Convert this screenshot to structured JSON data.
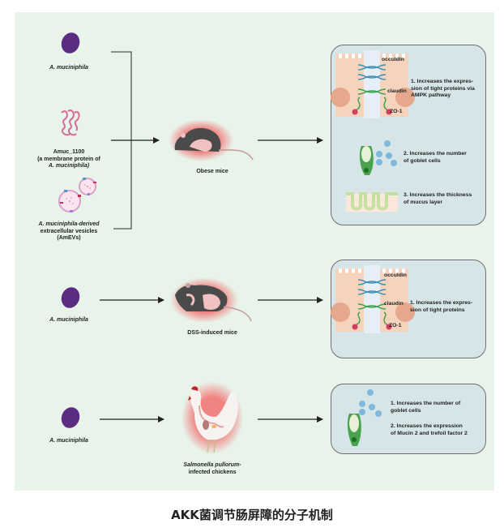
{
  "title": "AKK菌调节肠屏障的分子机制",
  "rows": [
    {
      "sources": [
        {
          "icon": "bacterium-icon",
          "label": "A. muciniphila"
        },
        {
          "icon": "protein-icon",
          "label_line1": "Amuc_1100",
          "label_line2": "(a membrane protein of",
          "label_line3": "A. muciniphila)"
        },
        {
          "icon": "vesicle-icon",
          "label_line1": "A. muciniphila-derived",
          "label_line2": "extracellular vesicles",
          "label_line3": "(AmEVs)"
        }
      ],
      "host": {
        "icon": "obese-mouse-icon",
        "label": "Obese mice"
      },
      "effects": {
        "tight_junction_labels": {
          "occludin": "occuldin",
          "claudin": "claudin",
          "zo1": "ZO-1"
        },
        "items": [
          {
            "line1": "1. Increases the expres-",
            "line2": "sion of tight proteins via",
            "line3": "AMPK pathway"
          },
          {
            "line1": "2. Increases the number",
            "line2": "of goblet cells"
          },
          {
            "line1": "3. Increases the thickness",
            "line2": "of mucus layer"
          }
        ]
      }
    },
    {
      "sources": [
        {
          "icon": "bacterium-icon",
          "label": "A. muciniphila"
        }
      ],
      "host": {
        "icon": "dss-mouse-icon",
        "label": "DSS-induced mice"
      },
      "effects": {
        "tight_junction_labels": {
          "occludin": "occuldin",
          "claudin": "claudin",
          "zo1": "ZO-1"
        },
        "items": [
          {
            "line1": "1. Increases the expres-",
            "line2": "sion of tight proteins"
          }
        ]
      }
    },
    {
      "sources": [
        {
          "icon": "bacterium-icon",
          "label": "A. muciniphila"
        }
      ],
      "host": {
        "icon": "chicken-icon",
        "label_line1": "Salmonella pullorum-",
        "label_line2": "infected chickens"
      },
      "effects": {
        "items": [
          {
            "line1": "1. Increases the number of",
            "line2": "goblet cells"
          },
          {
            "line1": "2. Increases the expression",
            "line2": "of Mucin 2 and trefoil factor 2"
          }
        ]
      }
    }
  ],
  "colors": {
    "panel_bg": "#e8f3ea",
    "box_bg": "#d6e5e8",
    "bacterium": "#5a2d82",
    "glow": "#f06a6a",
    "cell": "#f6d3bc",
    "occludin": "#3a8fb0",
    "claudin": "#3aa04a",
    "zo1": "#d23c64",
    "goblet": "#4aa24e",
    "mucin_droplet": "#7fb8dc"
  }
}
